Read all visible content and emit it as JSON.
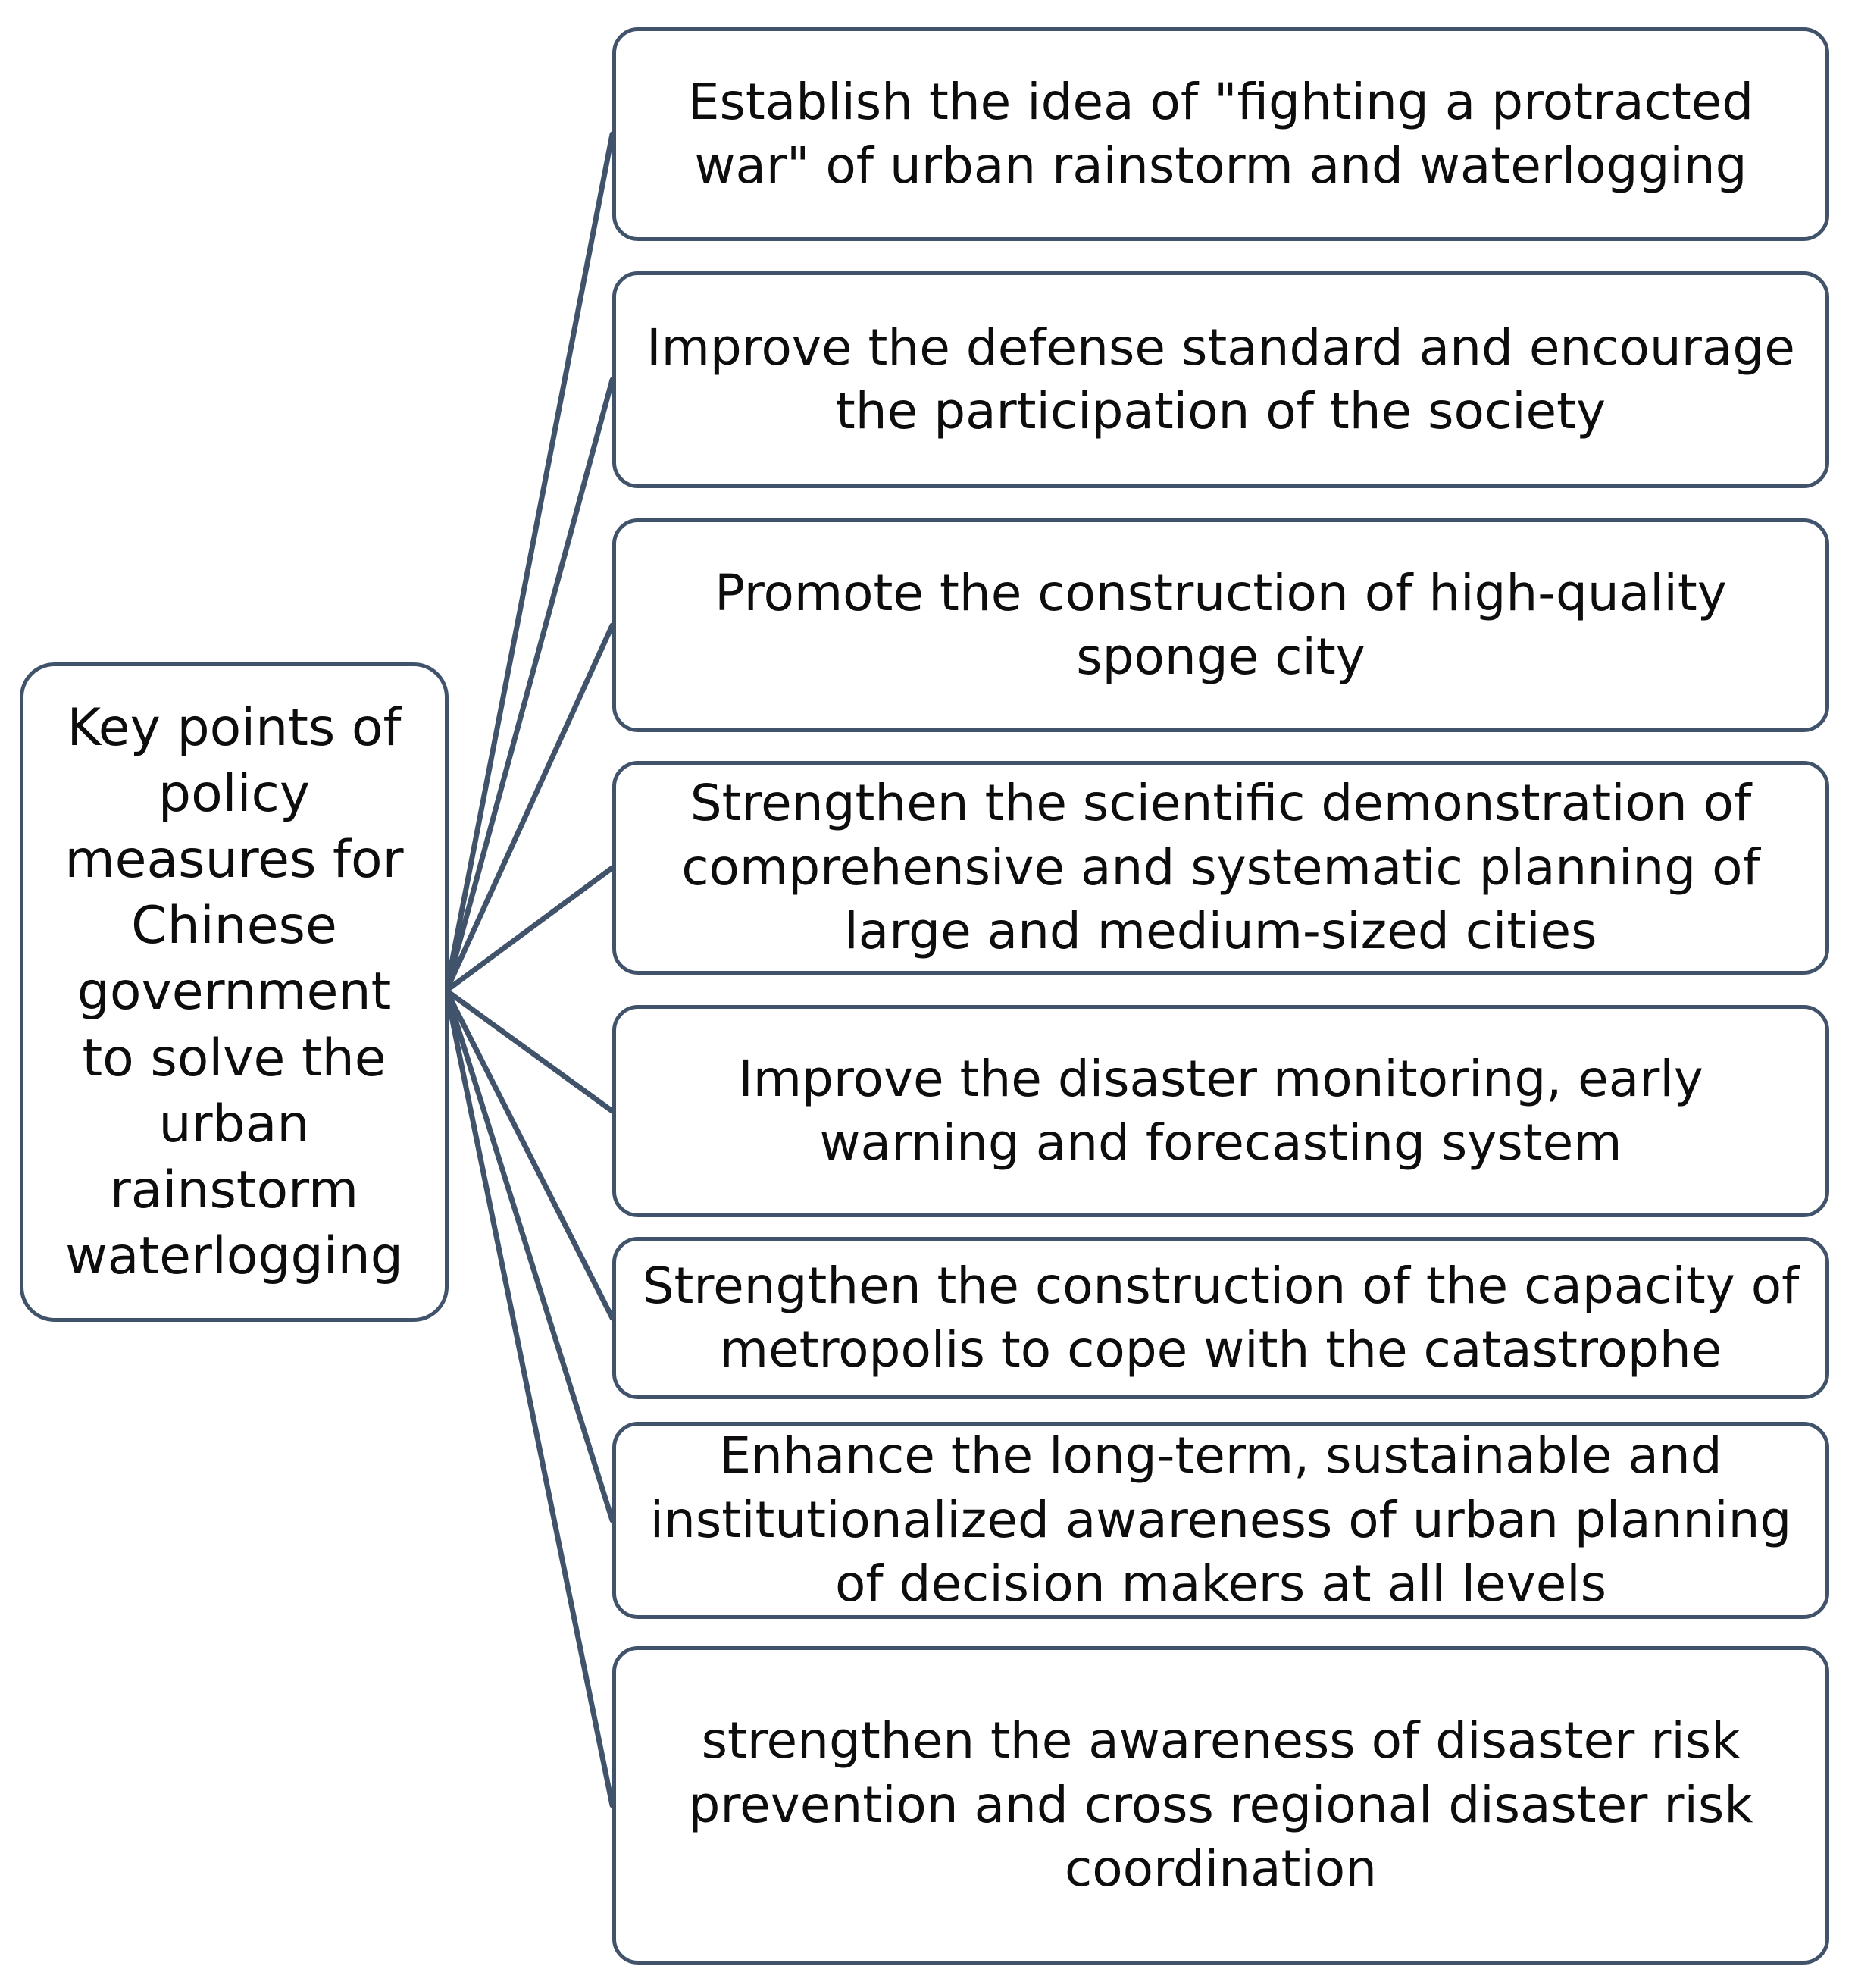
{
  "diagram": {
    "type": "mind-map",
    "orientation": "left-root-right-branches",
    "background_color": "#ffffff",
    "node_border_color": "#41536b",
    "node_fill_color": "#ffffff",
    "connector_color": "#41536b",
    "text_color": "#0d0d0d",
    "root": {
      "label": "Key points of policy measures for Chinese government to solve the urban rainstorm waterlogging"
    },
    "branches": [
      {
        "index": 1,
        "label": "Establish the idea of \"fighting a protracted war\" of urban rainstorm and waterlogging"
      },
      {
        "index": 2,
        "label": "Improve the defense standard and encourage the participation of the society"
      },
      {
        "index": 3,
        "label": "Promote the construction of high-quality sponge city"
      },
      {
        "index": 4,
        "label": "Strengthen the scientific demonstration of comprehensive and systematic planning of large and medium-sized cities"
      },
      {
        "index": 5,
        "label": "Improve the disaster monitoring, early warning and forecasting system"
      },
      {
        "index": 6,
        "label": "Strengthen the construction of the capacity of metropolis to cope with the catastrophe"
      },
      {
        "index": 7,
        "label": "Enhance the long-term, sustainable and institutionalized awareness of urban planning of decision makers at all levels"
      },
      {
        "index": 8,
        "label": "strengthen the awareness of disaster risk prevention and cross regional disaster risk coordination"
      }
    ]
  }
}
